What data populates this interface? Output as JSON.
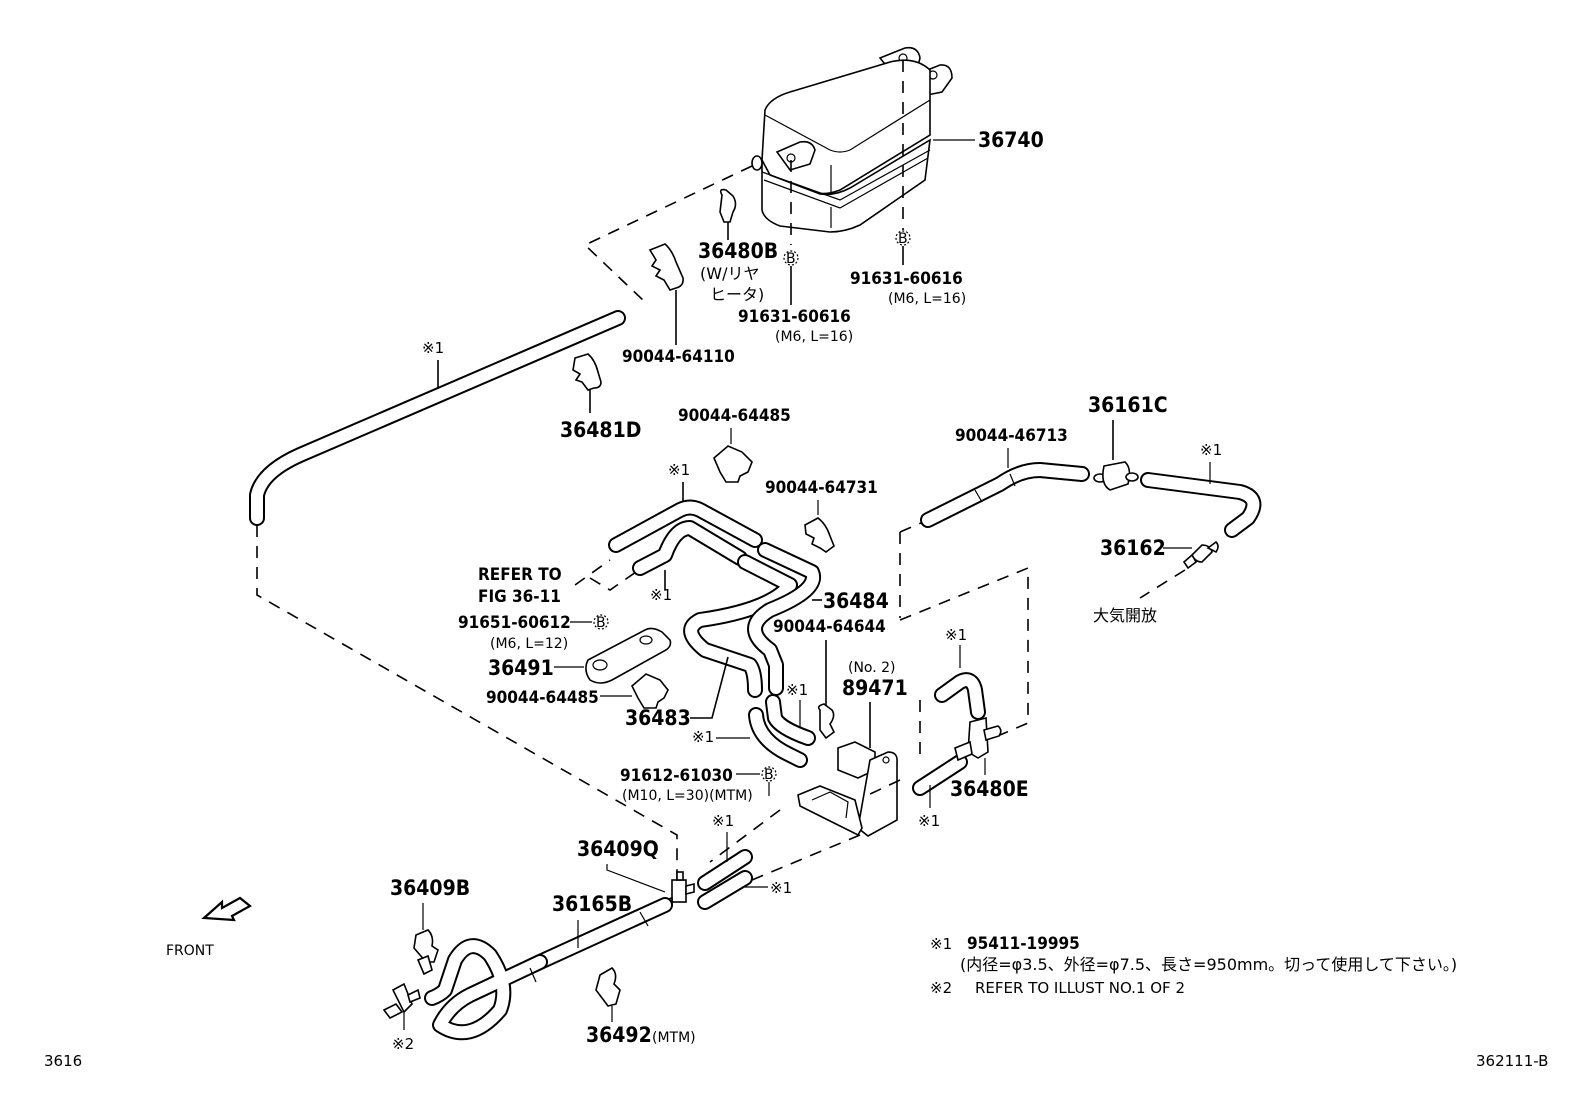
{
  "diagram": {
    "page_code": "3616",
    "figure_id": "362111-B",
    "front_label": "FRONT",
    "labels": {
      "p36740": "36740",
      "p36480B": "36480B",
      "p36480B_note1": "(W/リヤ",
      "p36480B_note2": "ヒータ)",
      "bolt_left": "91631-60616",
      "bolt_left_spec": "(M6, L=16)",
      "bolt_right": "91631-60616",
      "bolt_right_spec": "(M6, L=16)",
      "clamp_90044_64110": "90044-64110",
      "p36481D": "36481D",
      "clamp_90044_64485_top": "90044-64485",
      "clamp_90044_64731": "90044-64731",
      "hose_90044_46713": "90044-46713",
      "p36161C": "36161C",
      "p36162": "36162",
      "atmosphere": "大気開放",
      "refer_to_1": "REFER TO",
      "refer_to_2": "FIG 36-11",
      "bolt_91651": "91651-60612",
      "bolt_91651_spec": "(M6, L=12)",
      "p36491": "36491",
      "clamp_90044_64485_bottom": "90044-64485",
      "p36483": "36483",
      "p36484": "36484",
      "clamp_90044_64644": "90044-64644",
      "p89471_no": "(No. 2)",
      "p89471": "89471",
      "bolt_91612": "91612-61030",
      "bolt_91612_spec": "(M10, L=30)(MTM)",
      "p36480E": "36480E",
      "p36409Q": "36409Q",
      "p36409B": "36409B",
      "p36165B": "36165B",
      "p36492": "36492",
      "p36492_note": "(MTM)",
      "mark1": "※1",
      "mark2": "※2",
      "bolt_mark": "B"
    },
    "notes": {
      "note1_mark": "※1",
      "note1_part": "95411-19995",
      "note1_detail": "(内径=φ3.5、外径=φ7.5、長さ=950mm。切って使用して下さい。)",
      "note2_mark": "※2",
      "note2_text": "REFER TO ILLUST NO.1 OF 2"
    }
  }
}
